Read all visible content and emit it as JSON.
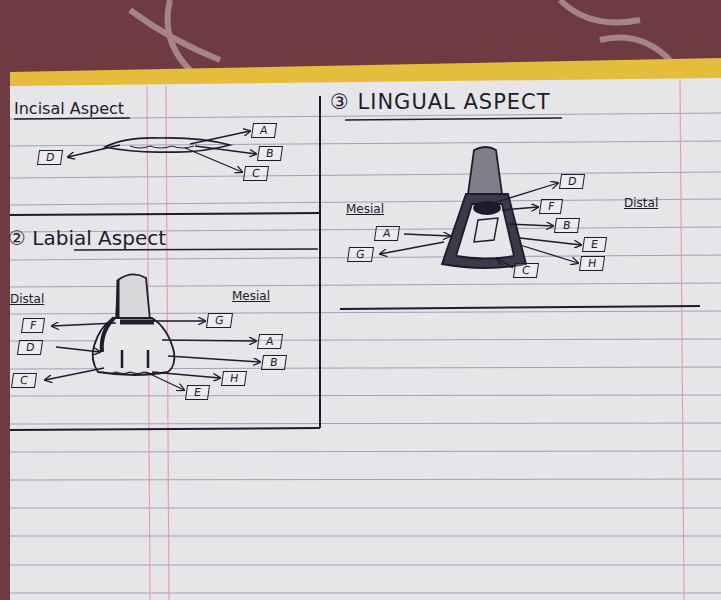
{
  "diagram": {
    "nodes": [
      {
        "text": [
          "A"
        ]
      },
      {
        "text": [
          "B"
        ]
      },
      {
        "text": [
          "D"
        ]
      },
      {
        "text": [
          "C"
        ]
      },
      {
        "text": [
          "D"
        ]
      },
      {
        "text": [
          "F"
        ]
      },
      {
        "text": [
          "B"
        ]
      },
      {
        "text": [
          "A"
        ]
      },
      {
        "text": [
          "G"
        ]
      },
      {
        "text": [
          "E"
        ]
      },
      {
        "text": [
          "H"
        ]
      },
      {
        "text": [
          "C"
        ]
      },
      {
        "text": [
          "F"
        ]
      },
      {
        "text": [
          "G"
        ]
      },
      {
        "text": [
          "D"
        ]
      },
      {
        "text": [
          "A"
        ]
      },
      {
        "text": [
          "B"
        ]
      },
      {
        "text": [
          "C"
        ]
      },
      {
        "text": [
          "H"
        ]
      },
      {
        "text": [
          "E"
        ]
      }
    ],
    "labels": [
      "Incisal Aspect",
      "③ LINGUAL ASPECT",
      "Mesial",
      "Distal",
      "② Labial Aspect",
      "Distal",
      "Mesial"
    ]
  }
}
